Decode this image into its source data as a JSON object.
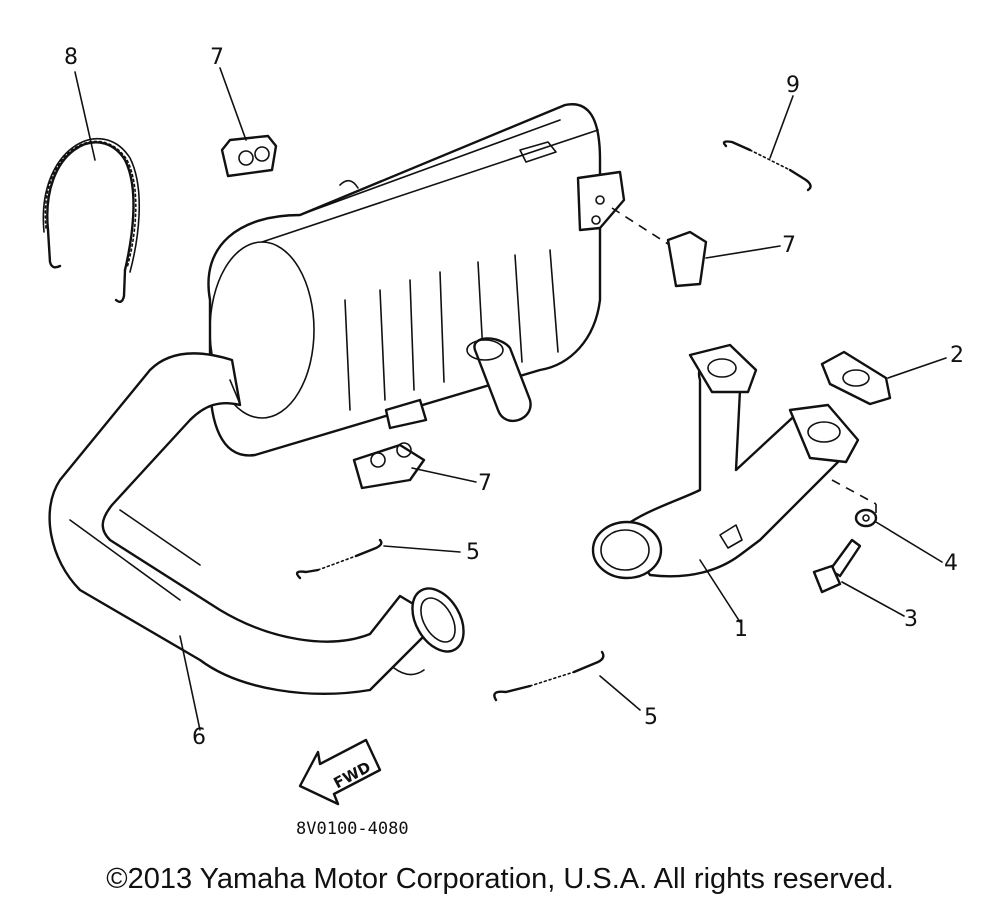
{
  "callouts": {
    "c1": "1",
    "c2": "2",
    "c3": "3",
    "c4": "4",
    "c5a": "5",
    "c5b": "5",
    "c6": "6",
    "c7a": "7",
    "c7b": "7",
    "c7c": "7",
    "c8": "8",
    "c9": "9"
  },
  "direction_arrow": "FWD",
  "diagram_code": "8V0100-4080",
  "copyright": "©2013 Yamaha Motor Corporation, U.S.A. All rights reserved."
}
